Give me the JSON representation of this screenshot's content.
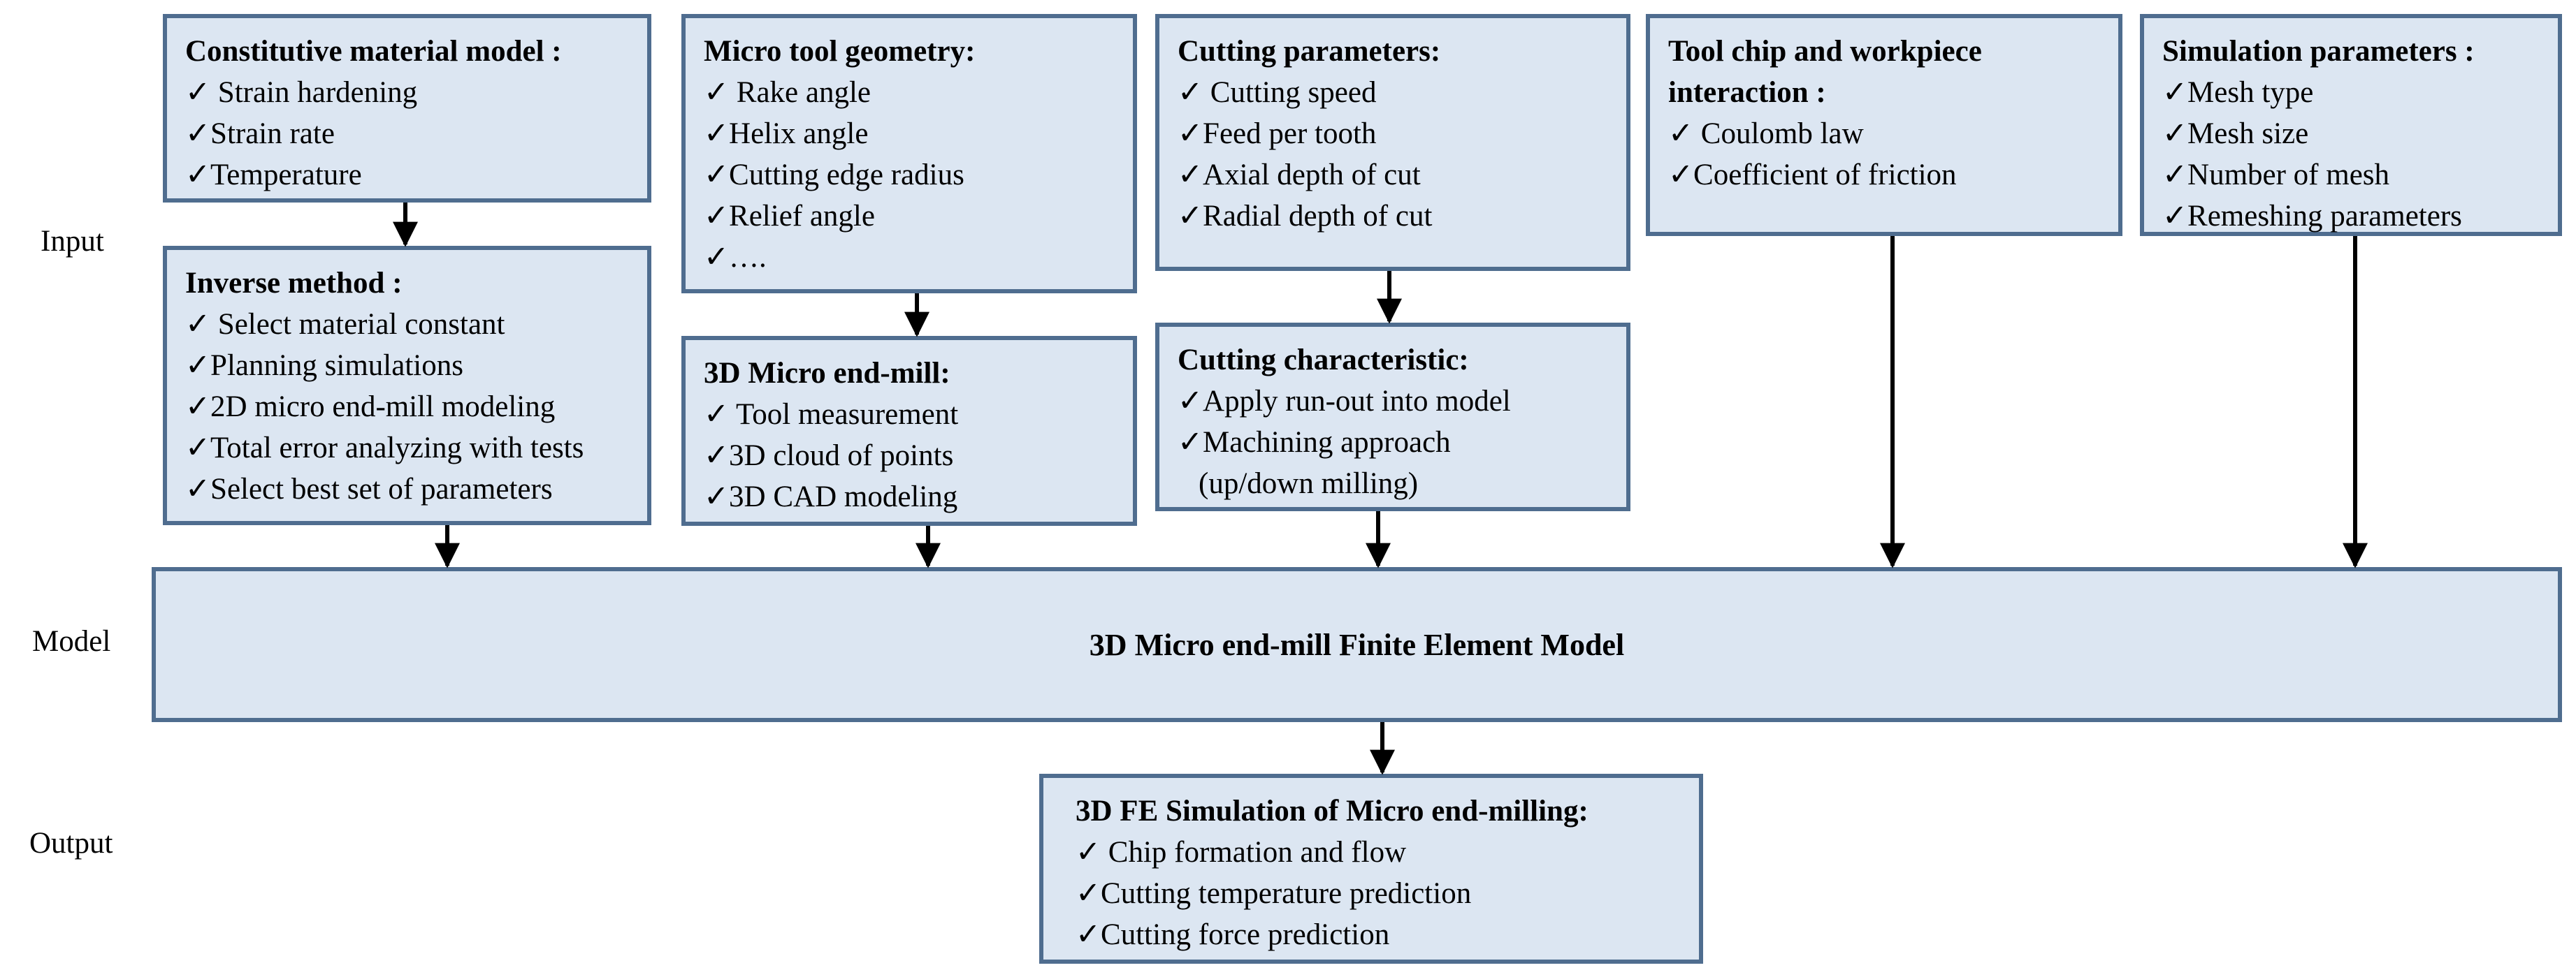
{
  "stages": {
    "input": "Input",
    "model": "Model",
    "output": "Output"
  },
  "boxes": {
    "constitutive": {
      "title": "Constitutive material model :",
      "items": [
        "✓ Strain hardening",
        "✓Strain rate",
        "✓Temperature"
      ]
    },
    "inverse": {
      "title": "Inverse method :",
      "items": [
        "✓ Select material constant",
        "✓Planning simulations",
        "✓2D micro end-mill modeling",
        "✓Total error analyzing with tests",
        "✓Select best set of parameters"
      ]
    },
    "geometry": {
      "title": "Micro tool geometry:",
      "items": [
        "✓ Rake angle",
        "✓Helix angle",
        "✓Cutting edge radius",
        "✓Relief angle",
        "✓…."
      ]
    },
    "endmill3d": {
      "title": "3D Micro end-mill:",
      "items": [
        "✓ Tool measurement",
        "✓3D cloud of points",
        "✓3D CAD modeling"
      ]
    },
    "cutting_params": {
      "title": "Cutting parameters:",
      "items": [
        "✓ Cutting speed",
        "✓Feed per tooth",
        "✓Axial depth of cut",
        "✓Radial depth of cut"
      ]
    },
    "cutting_char": {
      "title": "Cutting characteristic:",
      "items": [
        "✓Apply run-out into model",
        "✓Machining approach",
        "(up/down milling)"
      ]
    },
    "interaction": {
      "title_line1": "Tool chip and workpiece",
      "title_line2": "interaction :",
      "items": [
        "✓ Coulomb law",
        "✓Coefficient of friction"
      ]
    },
    "simulation": {
      "title": "Simulation parameters :",
      "items": [
        "✓Mesh type",
        "✓Mesh size",
        "✓Number of mesh",
        "✓Remeshing parameters"
      ]
    },
    "output": {
      "title": "3D FE Simulation of Micro end-milling:",
      "items": [
        "✓ Chip formation and flow",
        "✓Cutting temperature prediction",
        "✓Cutting force prediction"
      ]
    }
  },
  "model": {
    "title": "3D Micro end-mill Finite Element Model"
  }
}
